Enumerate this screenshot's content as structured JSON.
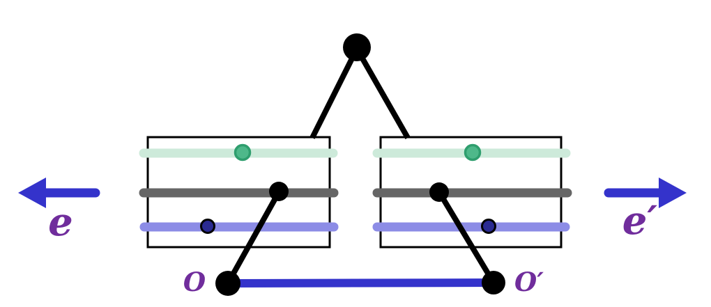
{
  "diagram": {
    "labels": {
      "e_left": "e",
      "e_right": "e′",
      "origin_left": "O",
      "origin_right": "O′"
    },
    "colors": {
      "black": "#000000",
      "white": "#ffffff",
      "blue": "#3433cb",
      "purple": "#702d9c",
      "mint_line": "#cdeada",
      "green_dot_fill": "#4eb88a",
      "green_dot_border": "#2f9e6e",
      "gray_line": "#666666",
      "periwinkle_line": "#8c8ce6",
      "navy_dot_fill": "#2a2a92"
    }
  }
}
